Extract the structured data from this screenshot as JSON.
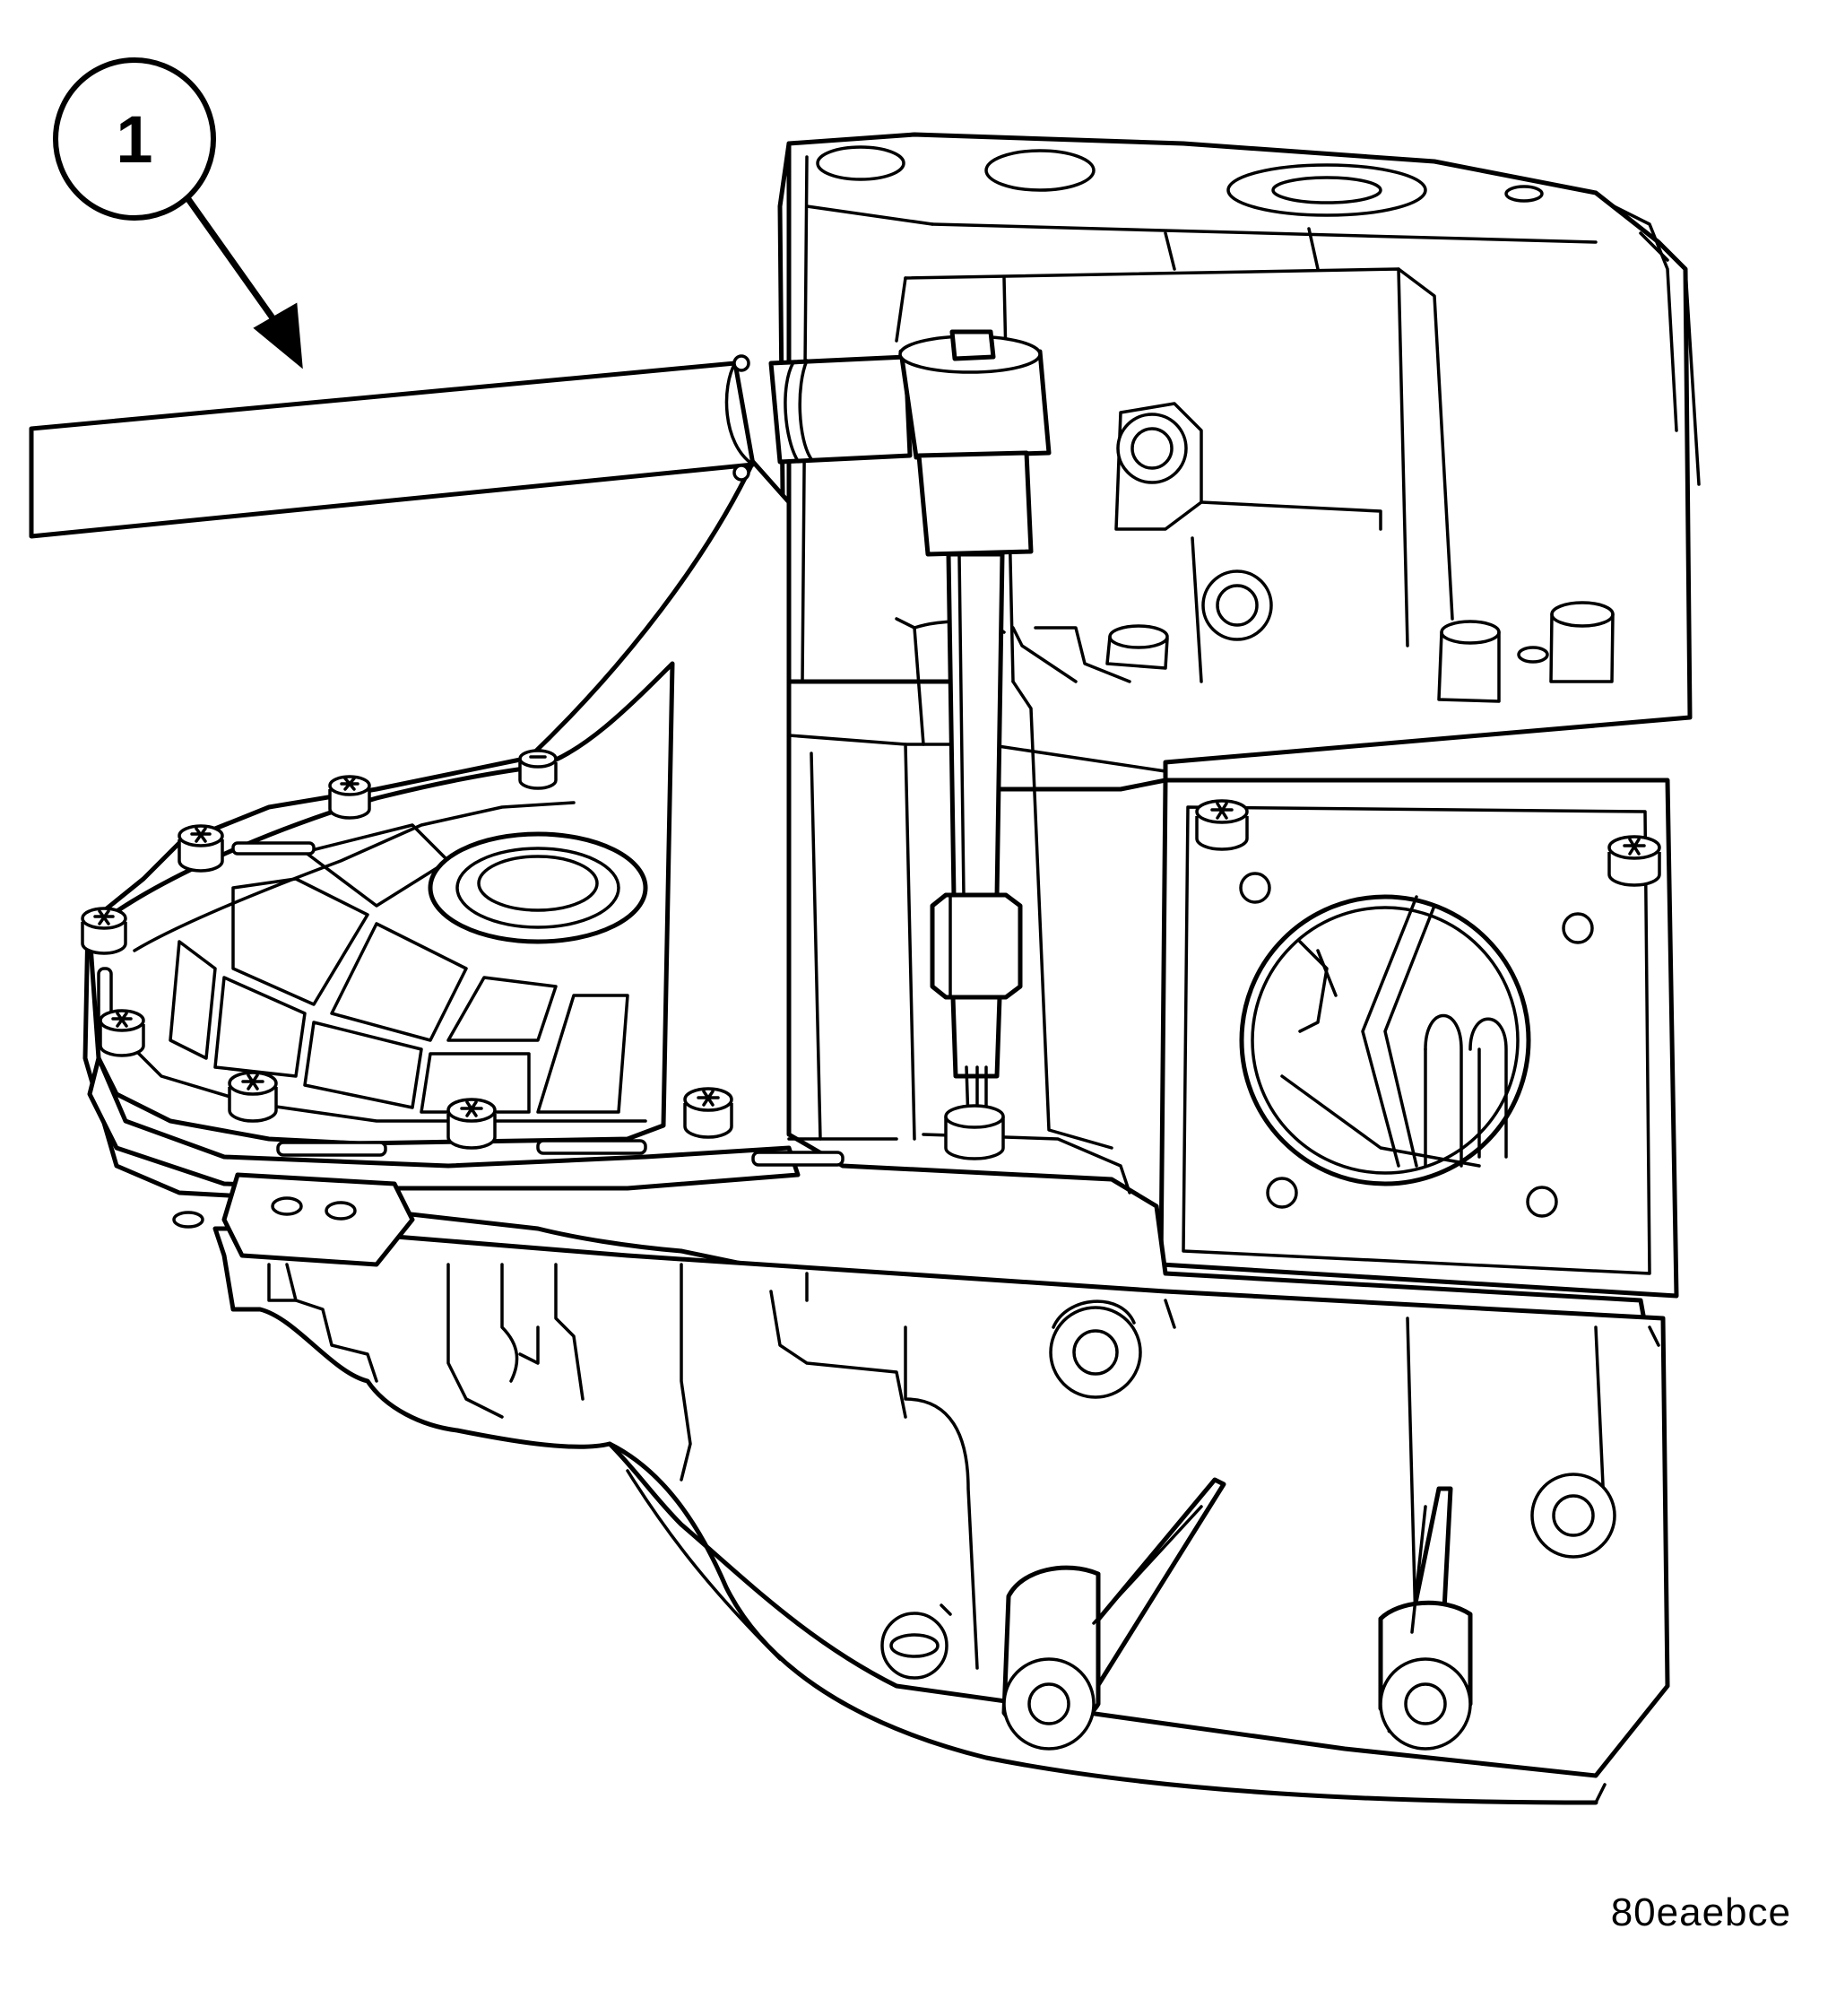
{
  "diagram": {
    "callouts": [
      {
        "label": "1",
        "target": "torque-wrench"
      }
    ],
    "figure_id": "80eaebce",
    "colors": {
      "line": "#000000",
      "background": "#ffffff"
    }
  }
}
